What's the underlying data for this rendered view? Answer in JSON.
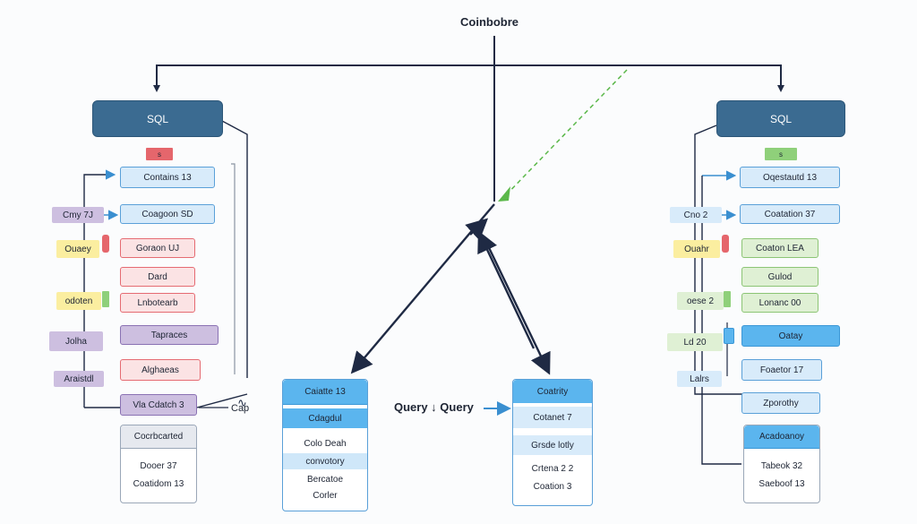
{
  "title": "Coinbobre",
  "left": {
    "header": "SQL",
    "tab": "s",
    "rows": [
      "Contains 13",
      "Coagoon SD",
      "Goraon UJ",
      "Dard",
      "Lnbotearb",
      "Tapraces",
      "Alghaeas",
      "Vla Cdatch 3",
      "Cocrbcarted"
    ],
    "tags": [
      "Cmy 7J",
      "Ouaey",
      "odoten",
      "Jolha",
      "Araistdl"
    ],
    "panel_rows": [
      "Dooer 37",
      "Coatidom 13"
    ],
    "side_label": "Cap"
  },
  "center": {
    "left_panel": {
      "header": "Caiatte 13",
      "sub": "Cdagdul",
      "rows": [
        "Colo Deah",
        "convotory",
        "Bercatoe",
        "Corler"
      ]
    },
    "right_panel": {
      "header": "Coatrity",
      "sub": "Cotanet 7",
      "rows": [
        "Grsde lotly",
        "Crtena 2 2",
        "Coation 3"
      ]
    },
    "query_label": "Query ↓ Query"
  },
  "right": {
    "header": "SQL",
    "tab": "s",
    "rows": [
      "Oqestautd 13",
      "Coatation 37",
      "Coaton LEA",
      "Gulod",
      "Lonanc 00",
      "Oatay",
      "Foaetor 17",
      "Zporothy",
      "Acadoanoy"
    ],
    "tags": [
      "Cno 2",
      "Ouahr",
      "oese 2",
      "Ld 20",
      "Lalrs"
    ],
    "panel_rows": [
      "Tabeok 32",
      "Saeboof 13"
    ]
  }
}
